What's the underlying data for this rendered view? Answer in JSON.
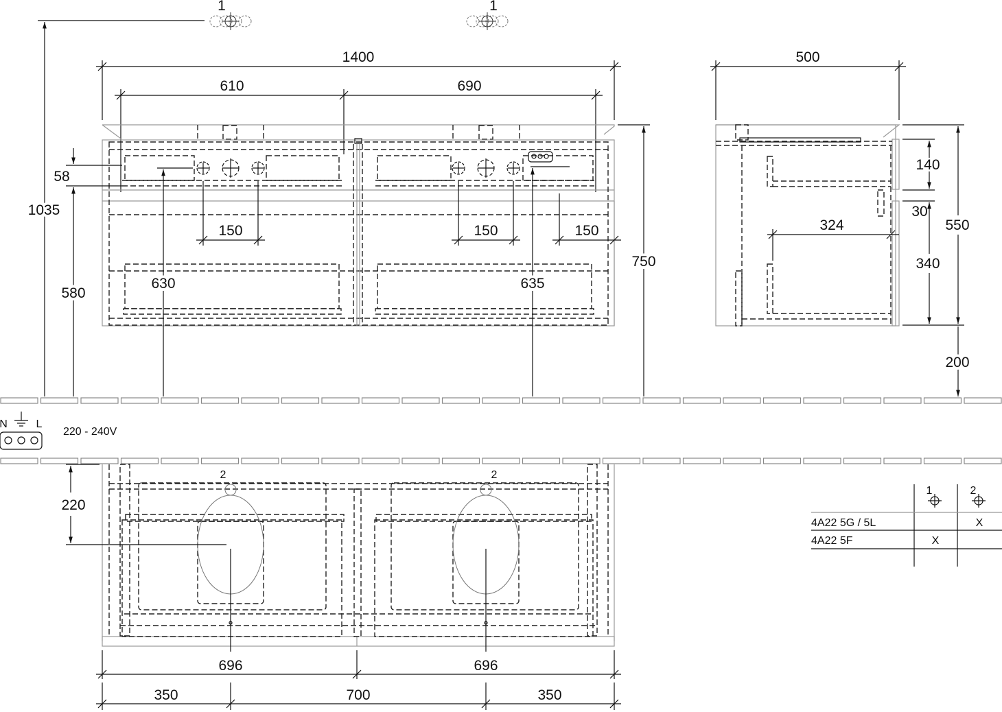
{
  "front_view": {
    "dimensions": {
      "total_width": "1400",
      "left_tap_offset": "610",
      "right_tap_offset": "690",
      "tap_spacing_left": "150",
      "tap_spacing_right": "150",
      "socket_spacing": "150",
      "height_to_tap": "1035",
      "drawer_gap": "58",
      "floor_to_cabinet": "580",
      "left_drain_height": "630",
      "right_drain_height": "635",
      "total_height": "750"
    },
    "tap_markers": [
      {
        "label": "1"
      },
      {
        "label": "1"
      }
    ]
  },
  "side_view": {
    "dimensions": {
      "depth": "500",
      "top_drawer": "140",
      "drawer_gap": "30",
      "inner_depth": "324",
      "bottom_drawer": "340",
      "cabinet_height": "550",
      "wall_clearance": "200"
    }
  },
  "electrical": {
    "terminals": [
      "N",
      "⏚",
      "L"
    ],
    "voltage": "220 - 240V"
  },
  "top_view": {
    "tap_markers": [
      {
        "label": "2"
      },
      {
        "label": "2"
      }
    ],
    "dimensions": {
      "depth_to_drain": "220",
      "basin_left": "696",
      "basin_right": "696",
      "edge_left": "350",
      "center_span": "700",
      "edge_right": "350"
    }
  },
  "legend_table": {
    "columns": [
      "1",
      "2"
    ],
    "rows": [
      {
        "model": "4A22 5G / 5L",
        "col1": "",
        "col2": "X"
      },
      {
        "model": "4A22 5F",
        "col1": "X",
        "col2": ""
      }
    ]
  }
}
